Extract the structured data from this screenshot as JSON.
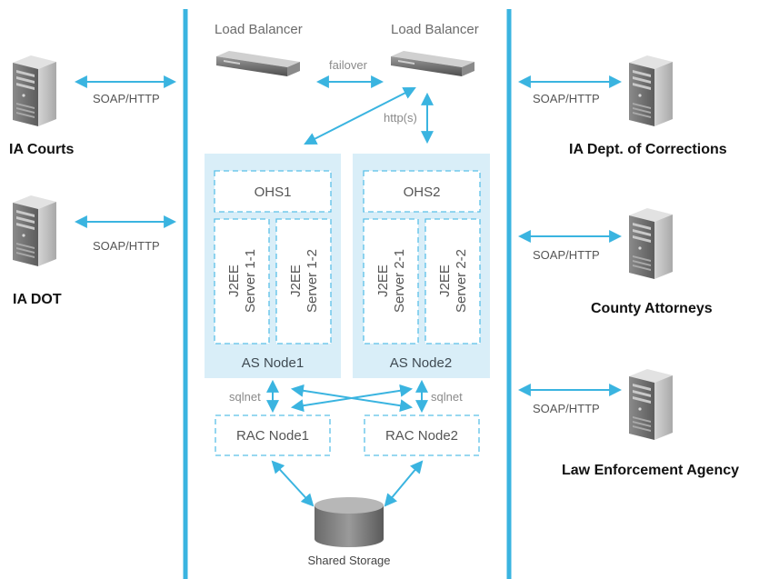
{
  "external_systems": [
    {
      "name": "IA Courts",
      "protocol": "SOAP/HTTP"
    },
    {
      "name": "IA DOT",
      "protocol": "SOAP/HTTP"
    },
    {
      "name": "IA Dept. of Corrections",
      "protocol": "SOAP/HTTP"
    },
    {
      "name": "County Attorneys",
      "protocol": "SOAP/HTTP"
    },
    {
      "name": "Law Enforcement Agency",
      "protocol": "SOAP/HTTP"
    }
  ],
  "load_balancers": [
    {
      "label": "Load Balancer"
    },
    {
      "label": "Load Balancer"
    }
  ],
  "link_labels": {
    "failover": "failover",
    "https": "http(s)",
    "sqlnet": "sqlnet"
  },
  "as_nodes": [
    {
      "label": "AS Node1",
      "ohs": "OHS1",
      "servers": [
        {
          "line1": "J2EE",
          "line2": "Server 1-1"
        },
        {
          "line1": "J2EE",
          "line2": "Server 1-2"
        }
      ]
    },
    {
      "label": "AS Node2",
      "ohs": "OHS2",
      "servers": [
        {
          "line1": "J2EE",
          "line2": "Server 2-1"
        },
        {
          "line1": "J2EE",
          "line2": "Server 2-2"
        }
      ]
    }
  ],
  "rac_nodes": [
    {
      "label": "RAC Node1"
    },
    {
      "label": "RAC Node2"
    }
  ],
  "storage": {
    "label": "Shared Storage"
  },
  "colors": {
    "accent": "#3ab4e0",
    "node_fill": "#d9eef8",
    "dashed": "#5bc0e8",
    "server_dark": "#6f6f6f",
    "server_light": "#c8c8c8"
  }
}
